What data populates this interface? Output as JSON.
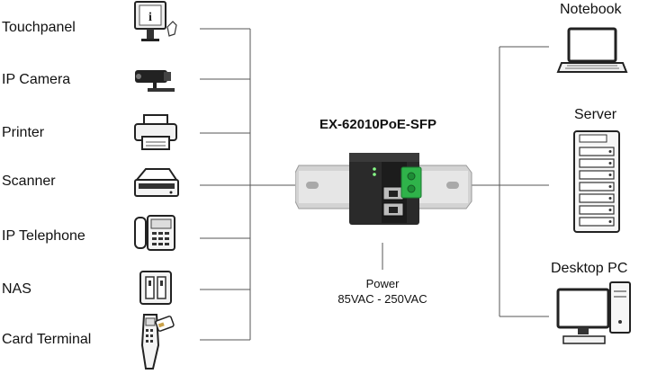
{
  "device": {
    "title": "EX-62010PoE-SFP",
    "power_label": "Power",
    "power_range": "85VAC - 250VAC"
  },
  "left_devices": [
    {
      "label": "Touchpanel",
      "icon": "touchpanel-icon"
    },
    {
      "label": "IP Camera",
      "icon": "ip-camera-icon"
    },
    {
      "label": "Printer",
      "icon": "printer-icon"
    },
    {
      "label": "Scanner",
      "icon": "scanner-icon"
    },
    {
      "label": "IP Telephone",
      "icon": "ip-telephone-icon"
    },
    {
      "label": "NAS",
      "icon": "nas-icon"
    },
    {
      "label": "Card Terminal",
      "icon": "card-terminal-icon"
    }
  ],
  "right_devices": [
    {
      "label": "Notebook",
      "icon": "notebook-icon"
    },
    {
      "label": "Server",
      "icon": "server-icon"
    },
    {
      "label": "Desktop PC",
      "icon": "desktop-pc-icon"
    }
  ],
  "colors": {
    "wire": "#555555",
    "rail": "#cfcfcf",
    "switch_body": "#2a2a2a",
    "terminal_green": "#2fb34a"
  }
}
